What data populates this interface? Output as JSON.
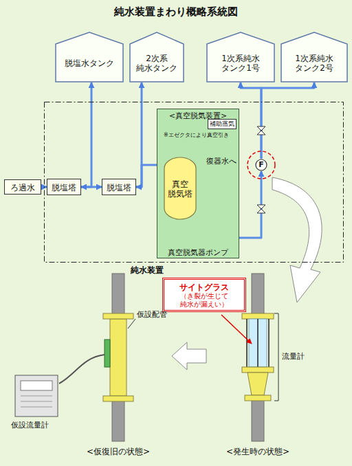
{
  "diagram": {
    "title": "純水装置まわり概略系統図",
    "nodes": [
      {
        "text": [
          "脱塩水タンク"
        ]
      },
      {
        "text": [
          "2次系 純水タンク"
        ]
      },
      {
        "text": [
          "1次系純水 タンク1号"
        ]
      },
      {
        "text": [
          "1次系純水 タンク2号"
        ]
      },
      {
        "text": [
          "純水装置"
        ]
      },
      {
        "text": [
          "ろ過水"
        ]
      },
      {
        "text": [
          "脱塩塔"
        ],
        "in": 4
      },
      {
        "text": [
          "脱塩塔"
        ],
        "in": 4
      },
      {
        "text": [
          "<真空脱気装置>"
        ],
        "in": 4
      },
      {
        "text": [
          "真空 脱気塔"
        ],
        "in": 8
      },
      {
        "text": [
          "補助蒸気"
        ],
        "in": 8
      },
      {
        "text": [
          "F"
        ],
        "in": 4
      },
      {
        "text": [
          "サイトグラス",
          "（き裂が生じて 純水が漏えい）"
        ]
      }
    ],
    "edges": [
      {
        "from": 5,
        "to": 6,
        "arrow": "to"
      },
      {
        "from": 6,
        "to": 7,
        "arrow": "to"
      },
      {
        "from": 6,
        "to": 0,
        "arrow": "both"
      },
      {
        "from": 7,
        "to": 9,
        "arrow": "to"
      },
      {
        "from": 7,
        "to": 1,
        "arrow": "both"
      },
      {
        "from": 9,
        "to": 11,
        "arrow": "to"
      },
      {
        "from": 11,
        "to": 2,
        "arrow": "to"
      },
      {
        "from": 11,
        "to": 3,
        "arrow": "to"
      }
    ],
    "labels": [
      "※エゼクタにより真空引き",
      "復器水へ",
      "真空脱気器ポンプ",
      "仮設配管",
      "仮設流量計",
      "<仮復旧の状態>",
      "<発生時の状態>",
      "流量計"
    ]
  }
}
